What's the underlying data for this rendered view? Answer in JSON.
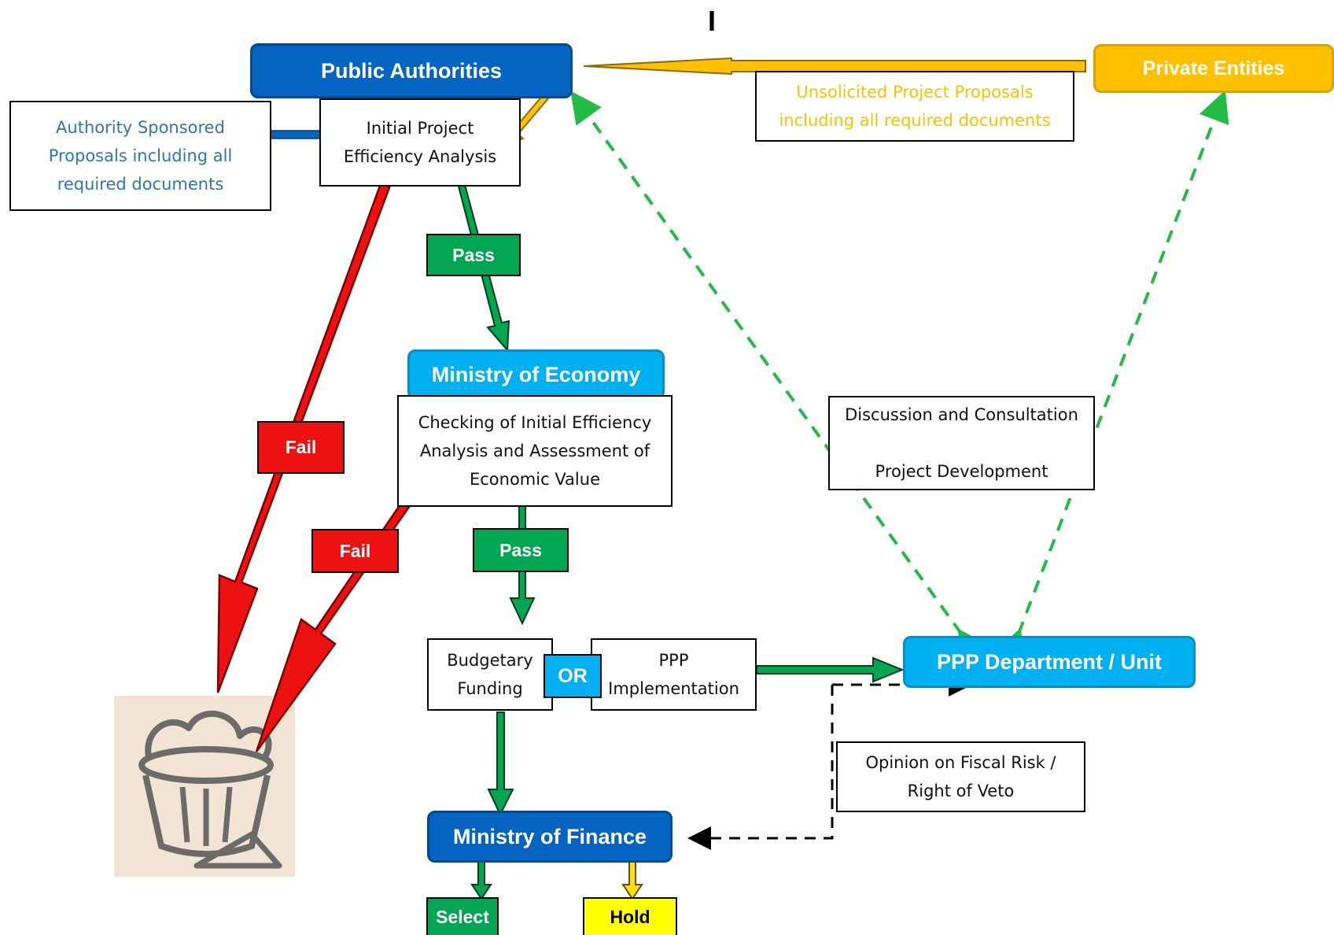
{
  "top_mark": "I",
  "nodes": {
    "public_authorities": "Public Authorities",
    "private_entities": "Private Entities",
    "ministry_economy": "Ministry of Economy",
    "ppp_unit": "PPP Department / Unit",
    "ministry_finance": "Ministry of Finance",
    "or_label": "OR"
  },
  "notes": {
    "authority_proposals": "Authority Sponsored\nProposals including all\nrequired documents",
    "unsolicited": "Unsolicited Project Proposals\nincluding all required documents",
    "initial_analysis": "Initial Project\nEfficiency Analysis",
    "checking": "Checking of Initial Efficiency\nAnalysis and Assessment of\nEconomic Value",
    "discussion": "Discussion and Consultation\n\nProject Development",
    "budgetary": "Budgetary\nFunding",
    "ppp_impl": "PPP\nImplementation",
    "opinion": "Opinion on Fiscal Risk /\nRight of Veto"
  },
  "tags": {
    "pass_1": "Pass",
    "pass_2": "Pass",
    "fail_1": "Fail",
    "fail_2": "Fail",
    "select": "Select",
    "hold": "Hold"
  },
  "colors": {
    "dark_blue": "#0563c1",
    "light_blue": "#00b0f0",
    "gold": "#ffc000",
    "pass_green": "#00a651",
    "fail_red": "#ee1111",
    "select_green": "#00a651",
    "hold_yellow": "#ffff00",
    "dashed_green": "#22bb44",
    "trash_bg": "#f2e3d2"
  }
}
